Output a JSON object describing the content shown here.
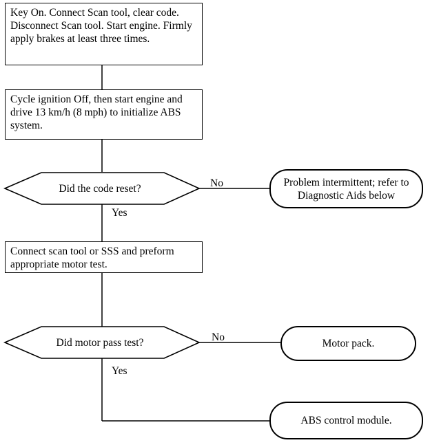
{
  "steps": {
    "step1": "Key On. Connect Scan tool, clear code. Disconnect Scan tool. Start engine. Firmly apply brakes at least three times.",
    "step2": "Cycle ignition Off, then start engine and drive 13 km/h (8 mph) to initialize ABS system.",
    "step3": "Connect scan tool or SSS and preform appropriate motor test."
  },
  "decisions": {
    "code_reset": "Did the code reset?",
    "motor_pass": "Did motor pass test?"
  },
  "outcomes": {
    "intermittent": "Problem intermittent; refer to Diagnostic Aids below",
    "motor_pack": "Motor pack.",
    "abs_module": "ABS control module."
  },
  "edges": {
    "no_label": "No",
    "yes_label": "Yes"
  }
}
